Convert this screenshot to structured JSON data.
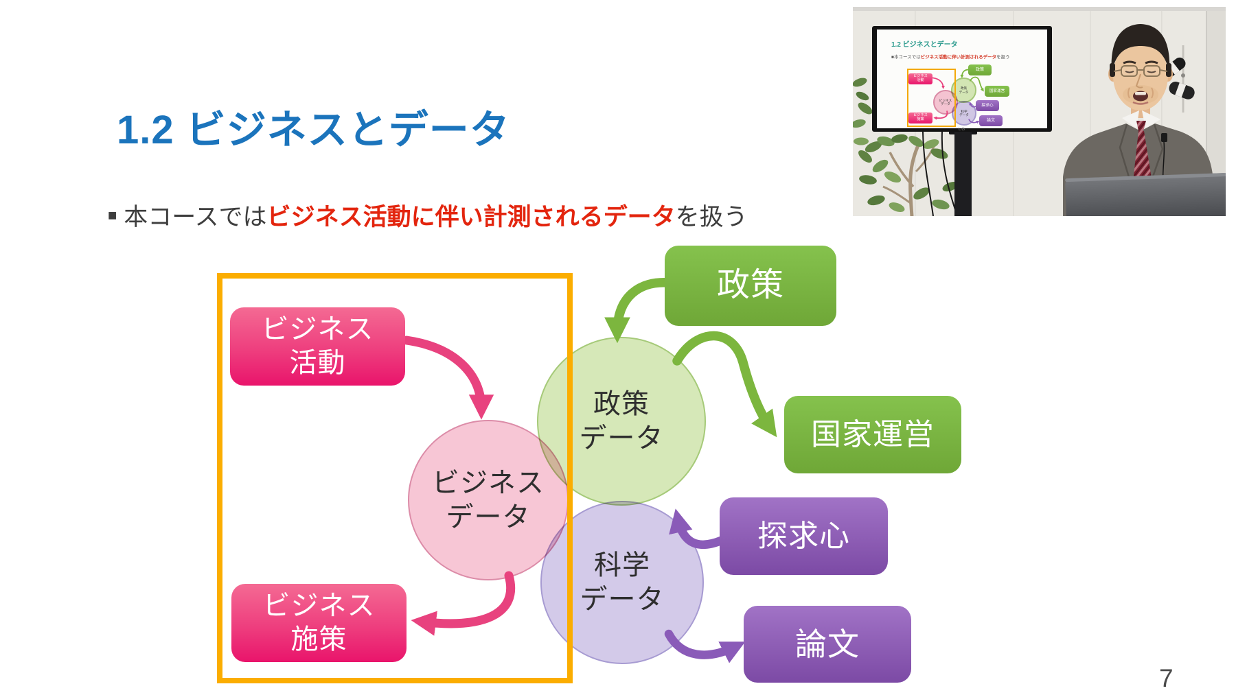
{
  "slide": {
    "title": "1.2  ビジネスとデータ",
    "bullet": {
      "marker": "■",
      "prefix": "本コースでは",
      "highlight": "ビジネス活動に伴い計測されるデータ",
      "suffix": "を扱う"
    },
    "page_number": "7",
    "diagram": {
      "business_activity": {
        "line1": "ビジネス",
        "line2": "活動"
      },
      "business_data": {
        "line1": "ビジネス",
        "line2": "データ"
      },
      "business_measures": {
        "line1": "ビジネス",
        "line2": "施策"
      },
      "policy_data": {
        "line1": "政策",
        "line2": "データ"
      },
      "science_data": {
        "line1": "科学",
        "line2": "データ"
      },
      "policy": "政策",
      "national_admin": "国家運営",
      "curiosity": "探求心",
      "papers": "論文"
    },
    "colors": {
      "title_blue": "#1B74BC",
      "highlight_red": "#E3250E",
      "frame_orange": "#FBAD00",
      "pink": "#E9146B",
      "green": "#6FA737",
      "purple": "#7C4AA5"
    }
  },
  "video": {
    "tv_brand": "LG"
  }
}
